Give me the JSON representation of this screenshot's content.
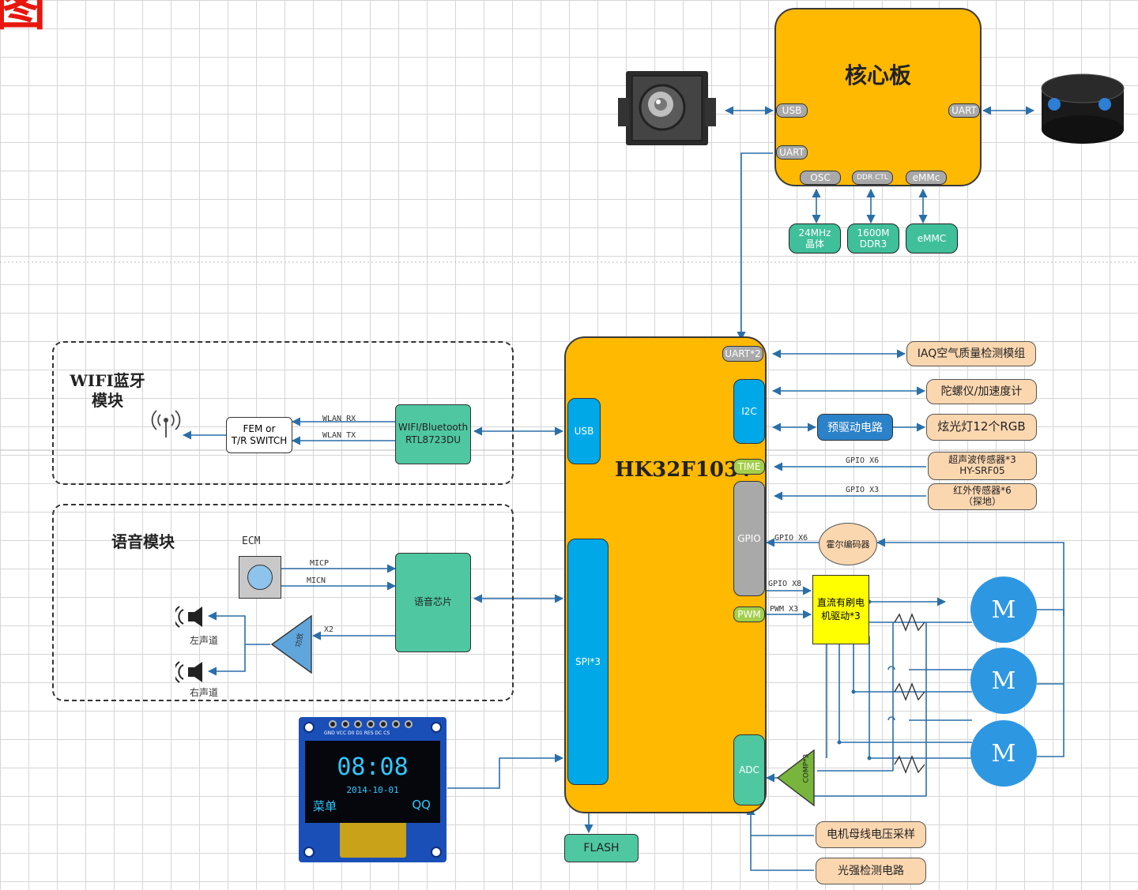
{
  "title_fragment": "图",
  "core_board": {
    "title": "核心板",
    "ports": {
      "usb": "USB",
      "uart_left": "UART",
      "uart_right": "UART",
      "osc": "OSC",
      "ddr": "DDR CTL",
      "emmc": "eMMc"
    },
    "peripherals": {
      "crystal": "24MHz\n晶体",
      "ddr3": "1600M\nDDR3",
      "emmc_chip": "eMMC"
    }
  },
  "mcu": {
    "title": "HK32F103V",
    "ports": {
      "uart2": "UART*2",
      "i2c": "I2C",
      "usb": "USB",
      "time": "TIME",
      "gpio": "GPIO",
      "pwm": "PWM",
      "spi": "SPI*3",
      "adc": "ADC"
    }
  },
  "wifi_module": {
    "title": "WIFI蓝牙\n模块",
    "fem": "FEM or\nT/R SWITCH",
    "chip": "WIFI/Bluetooth\nRTL8723DU",
    "signal_rx": "WLAN RX",
    "signal_tx": "WLAN TX"
  },
  "audio_module": {
    "title": "语音模块",
    "ecm": "ECM",
    "micp": "MICP",
    "micn": "MICN",
    "codec": "语音芯片",
    "amp_label": "X2",
    "left_channel": "左声道",
    "right_channel": "右声道"
  },
  "right_modules": {
    "iaq": "IAQ空气质量检测模组",
    "gyro": "陀螺仪/加速度计",
    "predriver": "预驱动电路",
    "rgb": "炫光灯12个RGB",
    "ultrasonic": "超声波传感器*3\nHY-SRF05",
    "infrared": "红外传感器*6\n（探地）",
    "hall": "霍尔编码器",
    "motor_driver": "直流有刷电\n机驱动*3",
    "bus_voltage": "电机母线电压采样",
    "light_detect": "光强检测电路"
  },
  "signal_labels": {
    "gpio_x6_a": "GPIO X6",
    "gpio_x3": "GPIO X3",
    "gpio_x6_b": "GPIO X6",
    "gpio_x8": "GPIO X8",
    "pwm_x3": "PWM X3"
  },
  "motors": [
    "M",
    "M",
    "M"
  ],
  "comparator": "COMP*3",
  "flash": "FLASH",
  "oled": {
    "time": "08:08",
    "date": "2014-10-01",
    "menu": "菜单",
    "qq": "QQ",
    "pins": "GND VCC D0 D1 RES DC CS"
  },
  "colors": {
    "core_yellow": "#ffb900",
    "port_blue": "#00a8e8",
    "teal": "#3fbf9a",
    "orange": "#fbd7b0",
    "motor_blue": "#2e97e2",
    "title_red": "#e8160d",
    "wire_blue": "#2a6fa8"
  }
}
